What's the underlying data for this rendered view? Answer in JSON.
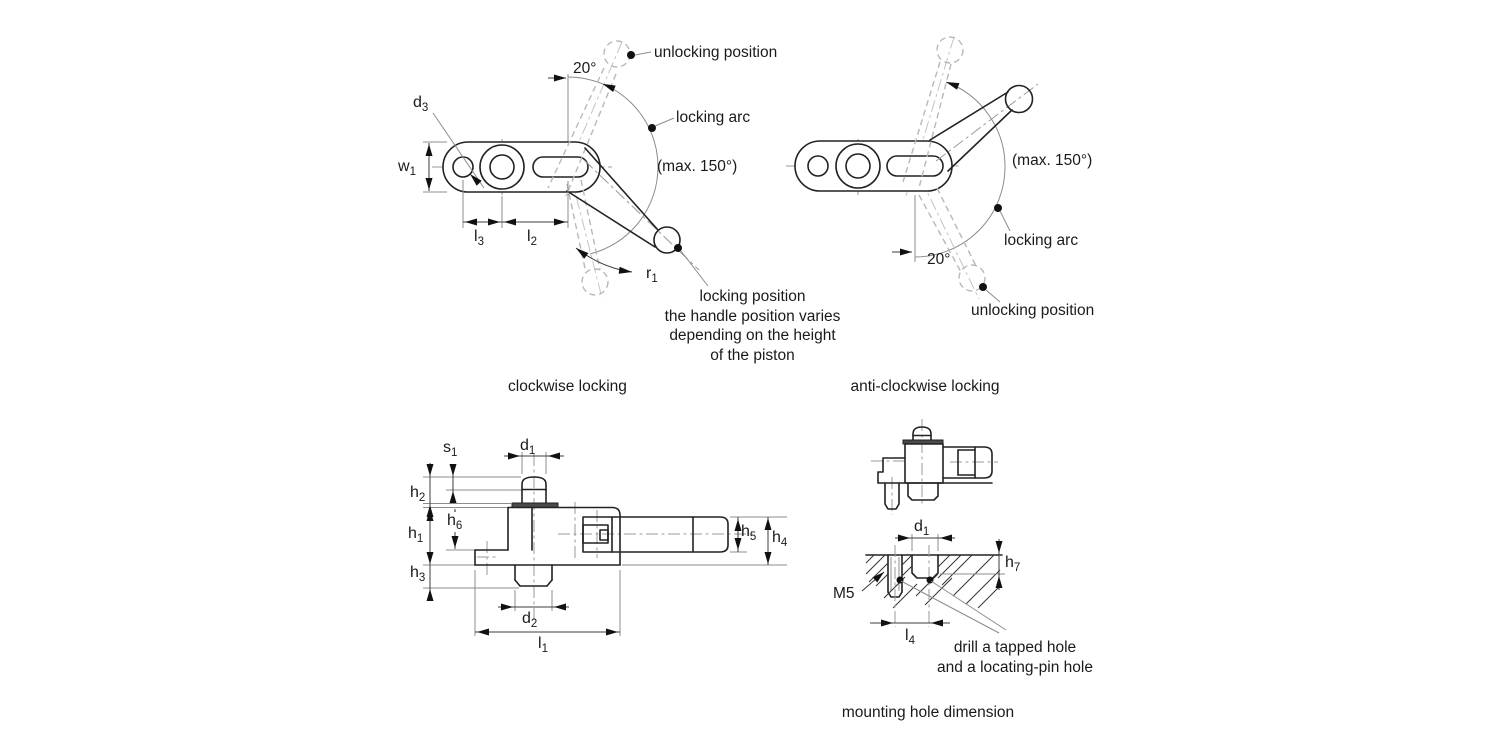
{
  "colors": {
    "outline": "#222222",
    "thin_line": "#8c8c8c",
    "ghost_line": "#b8b8b8",
    "dimension_line": "#3c3c3c",
    "arrow": "#111111",
    "text": "#1a1a1a",
    "background": "#ffffff"
  },
  "fig_clockwise": {
    "caption": "clockwise locking",
    "labels": {
      "angle": "20°",
      "max_arc": "(max. 150°)",
      "unlocking": "unlocking position",
      "locking_arc": "locking arc",
      "locking_note": [
        "locking position",
        "the handle position varies",
        "depending on the height",
        "of the piston"
      ]
    },
    "dims": {
      "d3": {
        "b": "d",
        "s": "3"
      },
      "w1": {
        "b": "w",
        "s": "1"
      },
      "l3": {
        "b": "l",
        "s": "3"
      },
      "l2": {
        "b": "l",
        "s": "2"
      },
      "r1": {
        "b": "r",
        "s": "1"
      }
    }
  },
  "fig_anticlockwise": {
    "caption": "anti-clockwise locking",
    "labels": {
      "angle": "20°",
      "max_arc": "(max. 150°)",
      "unlocking": "unlocking position",
      "locking_arc": "locking arc"
    }
  },
  "fig_side": {
    "dims": {
      "s1": {
        "b": "s",
        "s": "1"
      },
      "d1": {
        "b": "d",
        "s": "1"
      },
      "h1": {
        "b": "h",
        "s": "1"
      },
      "h2": {
        "b": "h",
        "s": "2"
      },
      "h3": {
        "b": "h",
        "s": "3"
      },
      "h4": {
        "b": "h",
        "s": "4"
      },
      "h5": {
        "b": "h",
        "s": "5"
      },
      "h6": {
        "b": "h",
        "s": "6"
      },
      "d2": {
        "b": "d",
        "s": "2"
      },
      "l1": {
        "b": "l",
        "s": "1"
      }
    }
  },
  "fig_mounting": {
    "caption": "mounting hole dimension",
    "thread": "M5",
    "note": [
      "drill a tapped hole",
      "and a locating-pin hole"
    ],
    "dims": {
      "d1": {
        "b": "d",
        "s": "1"
      },
      "h7": {
        "b": "h",
        "s": "7"
      },
      "l4": {
        "b": "l",
        "s": "4"
      }
    }
  }
}
